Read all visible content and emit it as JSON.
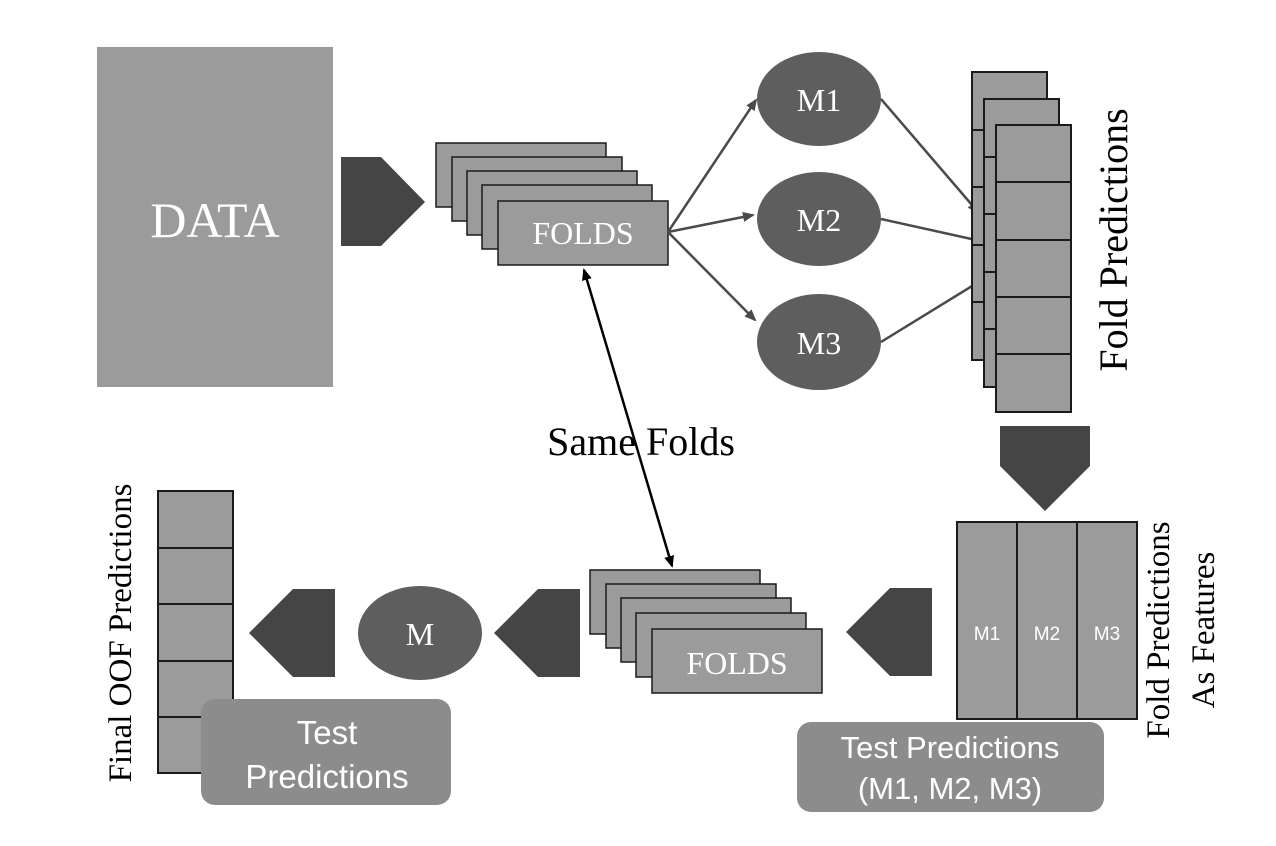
{
  "colors": {
    "box_fill": "#9b9b9b",
    "box_stroke": "#1a1a1a",
    "dark_fill": "#454545",
    "ellipse_fill": "#5e5e5e",
    "arrow_gray": "#4a4a4a",
    "text_black": "#000000",
    "text_white": "#ffffff"
  },
  "labels": {
    "data": "DATA",
    "folds_top": "FOLDS",
    "m1": "M1",
    "m2": "M2",
    "m3": "M3",
    "fold_predictions": "Fold Predictions",
    "same_folds": "Same Folds",
    "fold_predictions_as_features_line1": "Fold Predictions",
    "fold_predictions_as_features_line2": "As Features",
    "feat_m1": "M1",
    "feat_m2": "M2",
    "feat_m3": "M3",
    "test_predictions_line1": "Test Predictions",
    "test_predictions_line2": "(M1, M2, M3)",
    "folds_bottom": "FOLDS",
    "m": "M",
    "final_test_line1": "Test",
    "final_test_line2": "Predictions",
    "final_oof_predictions": "Final OOF Predictions"
  }
}
